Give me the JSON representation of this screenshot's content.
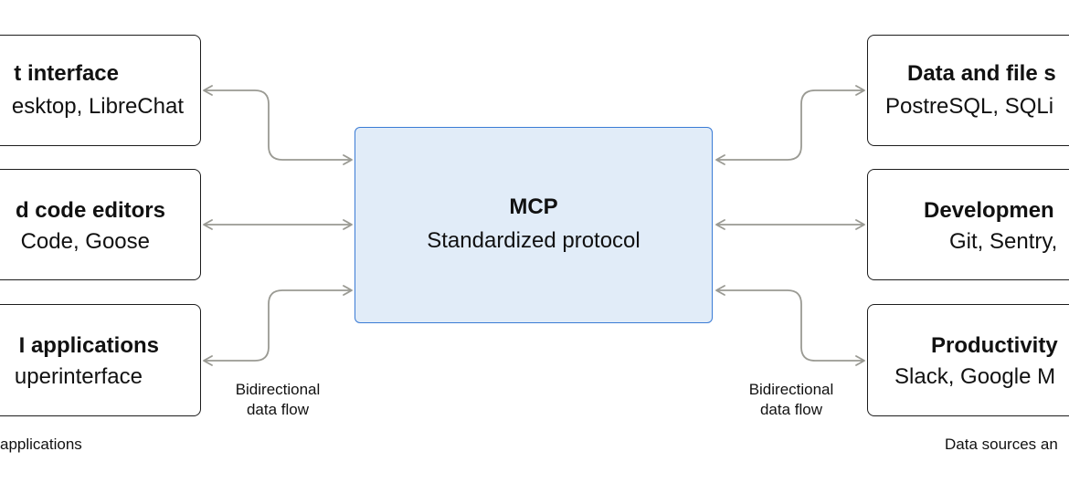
{
  "colors": {
    "protocol_fill": "#e1ecf8",
    "protocol_border": "#3a7bd5",
    "connector": "#9a9a93",
    "box_border": "#1c1c1c"
  },
  "left_boxes": [
    {
      "title": "t interface",
      "subtitle": "esktop, LibreChat"
    },
    {
      "title": "d code editors",
      "subtitle": "Code, Goose"
    },
    {
      "title": "I applications",
      "subtitle": "uperinterface"
    }
  ],
  "center": {
    "title": "MCP",
    "subtitle": "Standardized protocol"
  },
  "right_boxes": [
    {
      "title": "Data and file s",
      "subtitle": "PostreSQL, SQLi"
    },
    {
      "title": "Developmen",
      "subtitle": "Git, Sentry,"
    },
    {
      "title": "Productivity",
      "subtitle": "Slack, Google M"
    }
  ],
  "flow_labels": {
    "left": [
      "Bidirectional",
      "data flow"
    ],
    "right": [
      "Bidirectional",
      "data flow"
    ]
  },
  "footer": {
    "left": "applications",
    "right": "Data sources an"
  }
}
